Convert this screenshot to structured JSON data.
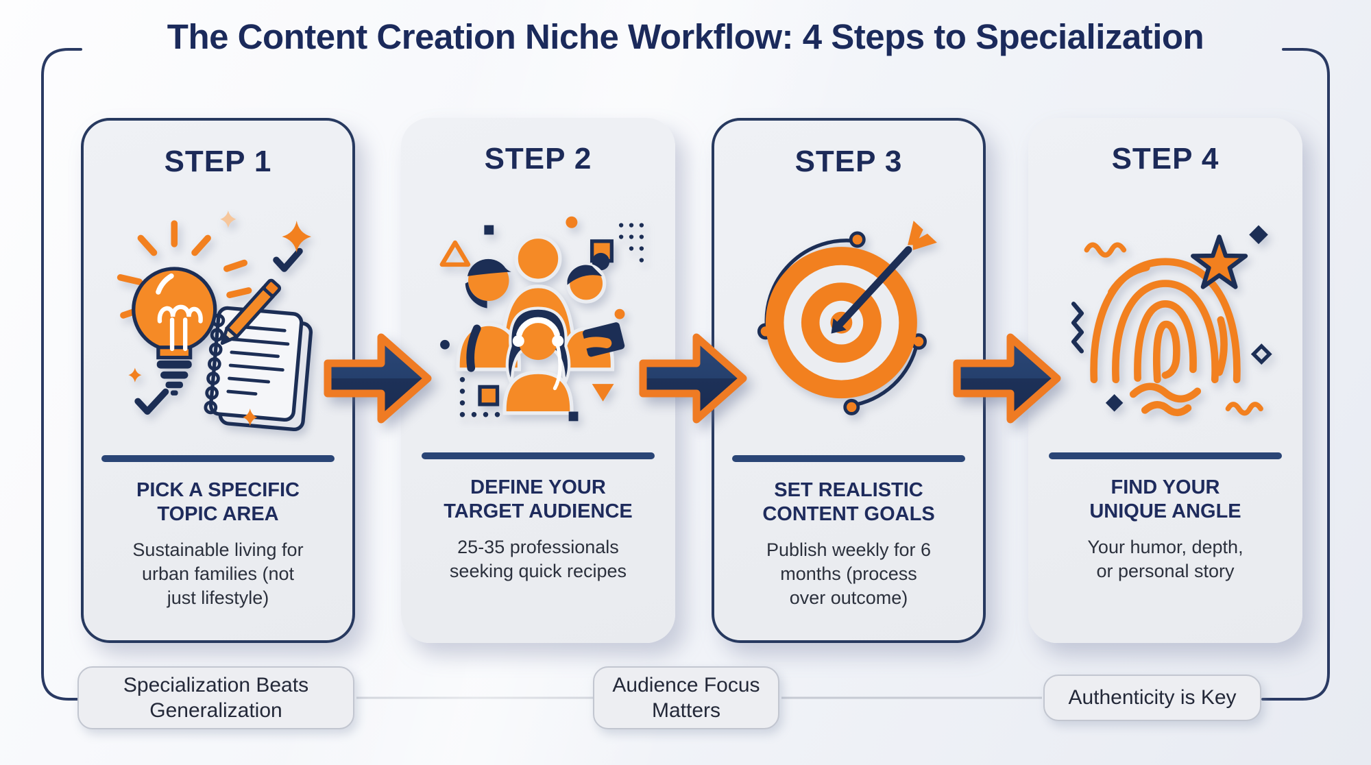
{
  "title": "The Content Creation Niche Workflow: 4 Steps to Specialization",
  "colors": {
    "navy": "#1c2e55",
    "orange": "#f2801f",
    "card_background": "#ebedf1",
    "divider_blue": "#2a4576",
    "frame_line": "#2a3a63",
    "badge_border": "#c2c6d0",
    "body_text": "#2b303c"
  },
  "steps": [
    {
      "label": "STEP 1",
      "icon": "lightbulb-notepad-icon",
      "heading": "PICK A SPECIFIC\nTOPIC AREA",
      "description": "Sustainable living for\nurban families (not\njust lifestyle)"
    },
    {
      "label": "STEP 2",
      "icon": "audience-people-icon",
      "heading": "DEFINE YOUR\nTARGET AUDIENCE",
      "description": "25-35 professionals\nseeking quick recipes"
    },
    {
      "label": "STEP 3",
      "icon": "target-arrow-icon",
      "heading": "SET REALISTIC\nCONTENT GOALS",
      "description": "Publish weekly for 6\nmonths (process\nover outcome)"
    },
    {
      "label": "STEP 4",
      "icon": "fingerprint-star-icon",
      "heading": "FIND YOUR\nUNIQUE ANGLE",
      "description": "Your humor, depth,\nor personal story"
    }
  ],
  "badges": [
    {
      "label": "Specialization Beats\nGeneralization"
    },
    {
      "label": "Audience Focus\nMatters"
    },
    {
      "label": "Authenticity is Key"
    }
  ]
}
